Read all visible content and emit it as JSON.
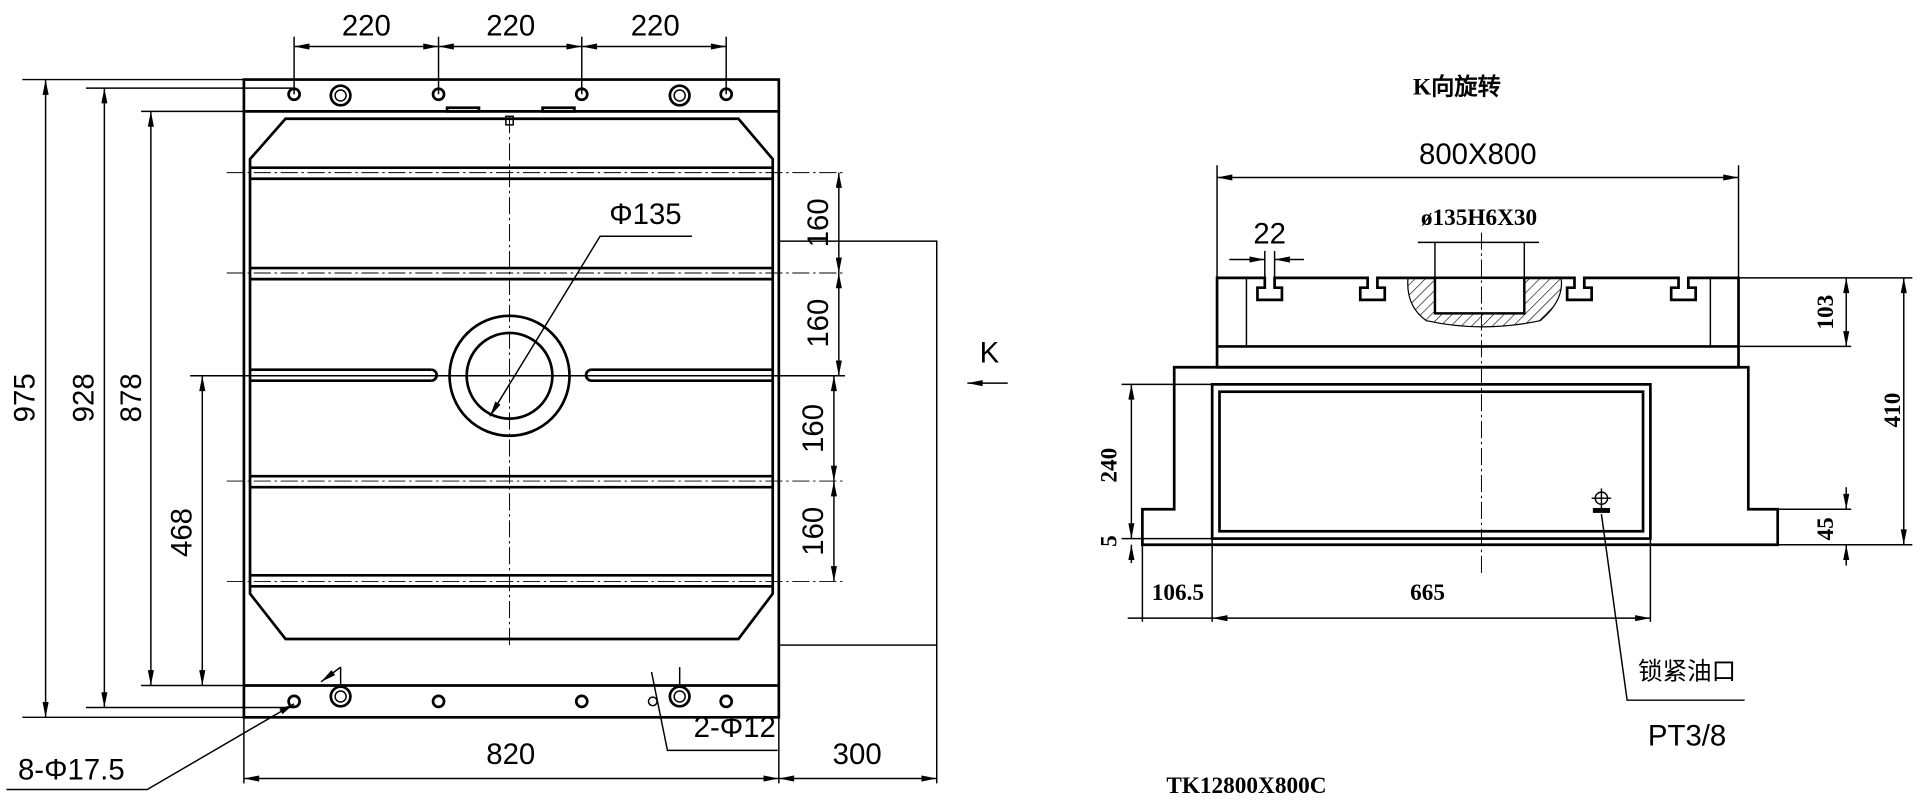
{
  "left_view": {
    "dims_top": [
      "220",
      "220",
      "220"
    ],
    "dim_975": "975",
    "dim_928": "928",
    "dim_878": "878",
    "dim_468": "468",
    "dims_right": [
      "160",
      "160",
      "160",
      "160"
    ],
    "dim_bore": "Φ135",
    "dim_820": "820",
    "dim_300": "300",
    "holes_label": "8-Φ17.5",
    "pins_label": "2-Φ12",
    "view_arrow": "K"
  },
  "right_view": {
    "title": "K向旋转",
    "dim_table": "800X800",
    "dim_bore": "ø135H6X30",
    "dim_slot": "22",
    "dim_103": "103",
    "dim_410": "410",
    "dim_45": "45",
    "dim_240": "240",
    "dim_5": "5",
    "dim_1065": "106.5",
    "dim_665": "665",
    "oil_port_label": "锁紧油口",
    "oil_port_thread": "PT3/8"
  },
  "model": "TK12800X800C"
}
